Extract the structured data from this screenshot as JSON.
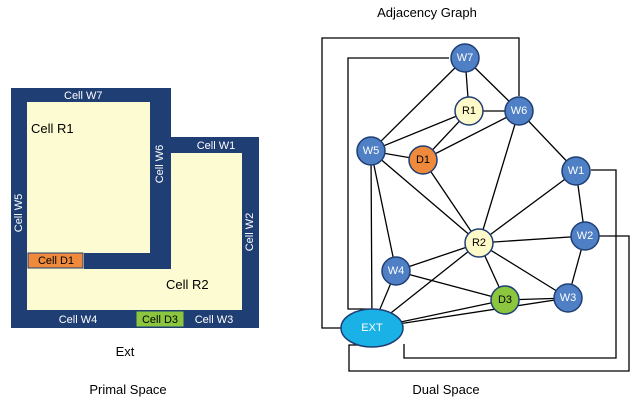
{
  "primal": {
    "caption": "Primal Space",
    "ext_label": "Ext",
    "cells": {
      "W7": "Cell W7",
      "W6": "Cell W6",
      "W5": "Cell W5",
      "W1": "Cell W1",
      "W2": "Cell W2",
      "W4": "Cell W4",
      "W3": "Cell W3",
      "D1": "Cell D1",
      "D3": "Cell D3",
      "R1": "Cell R1",
      "R2": "Cell R2"
    }
  },
  "dual": {
    "title": "Adjacency Graph",
    "caption": "Dual Space",
    "nodes": {
      "W7": "W7",
      "R1": "R1",
      "W6": "W6",
      "W5": "W5",
      "D1": "D1",
      "W1": "W1",
      "R2": "R2",
      "W2": "W2",
      "W4": "W4",
      "D3": "D3",
      "W3": "W3",
      "EXT": "EXT"
    }
  },
  "colors": {
    "wall": "#1f3e73",
    "room": "#fdfbd2",
    "door_orange": "#ef8a3c",
    "door_green": "#8cc63f",
    "node_blue": "#4f7fc4",
    "node_room": "#fdf9c8",
    "node_orange": "#ef8a3c",
    "node_green": "#8cc63f",
    "node_ext": "#19b1e6"
  }
}
